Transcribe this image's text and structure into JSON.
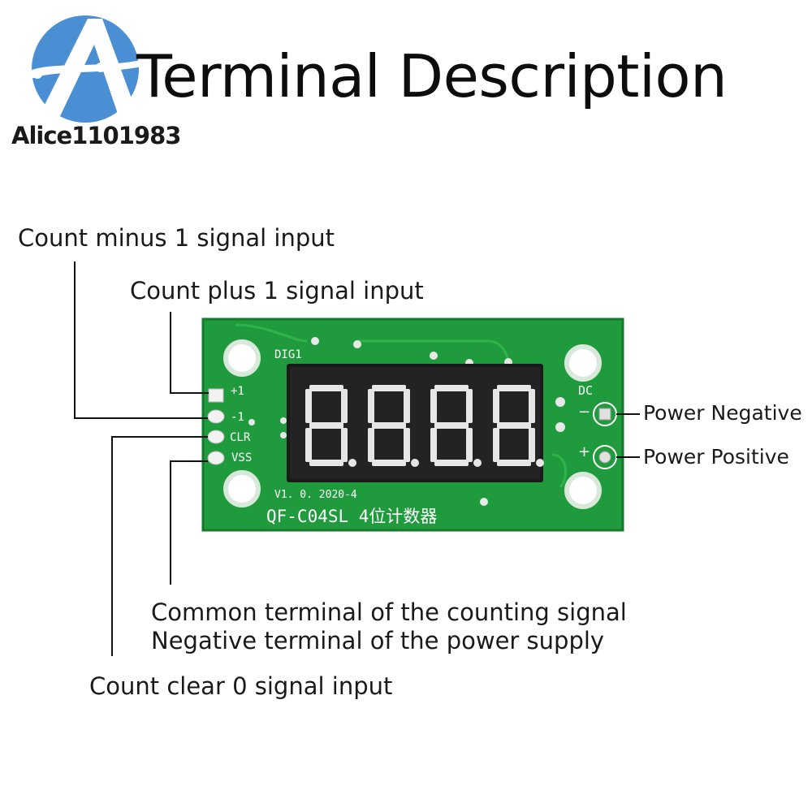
{
  "logo": {
    "icon": "stylized-letter-a-on-blue-circle",
    "brand_color": "#4a8fd4",
    "brand_text": "Alice1101983"
  },
  "title": "Terminal Description",
  "board": {
    "pcb_color": "#1f9a3c",
    "display_color": "#1a1a1a",
    "pins": [
      "+1",
      "-1",
      "CLR",
      "VSS"
    ],
    "silkscreen_dig": "DIG1",
    "silkscreen_dc": "DC",
    "minus_sign": "−",
    "plus_sign": "+",
    "version": "V1. 0. 2020-4",
    "model": "QF-C04SL 4位计数器"
  },
  "labels": {
    "minus1": "Count minus 1 signal input",
    "plus1": "Count plus 1 signal input",
    "common_line1": "Common terminal of the counting signal",
    "common_line2": "Negative terminal of the power supply",
    "clear": "Count clear 0 signal input",
    "power_negative": "Power Negative",
    "power_positive": "Power Positive"
  }
}
